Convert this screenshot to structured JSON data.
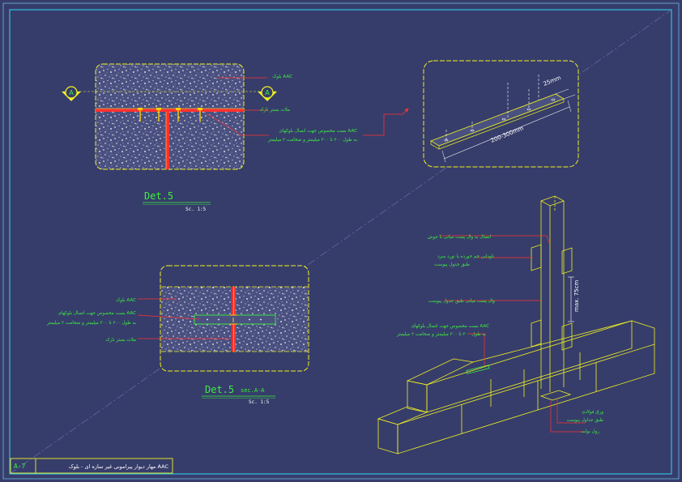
{
  "labels": {
    "d1_block": "بلوک AAC",
    "d1_mortar": "ملات بستر نازک",
    "d1_clip1": "بست مخصوص جهت اتصال بلوکهای AAC",
    "d1_clip2": "به طول ۲۰۰ تا ۳۰۰ میلیمتر و ضخامت ۲ میلیمتر",
    "d2_block": "بلوک AAC",
    "d2_clip1": "بست مخصوص جهت اتصال بلوکهای AAC",
    "d2_clip2": "به طول ۲۰۰ تا ۳۰۰ میلیمتر و ضخامت ۲ میلیمتر",
    "d2_mortar": "ملات بستر نازک",
    "iso_weld": "اتصال به وال پست میانی با جوش",
    "iso_bent1": "ناودانی خم خورده یا نورد سرد",
    "iso_bent2": "طبق جدول پیوست",
    "iso_post": "وال پست میانی طبق جدول پیوست",
    "iso_clip1": "بست مخصوص جهت اتصال بلوکهای AAC",
    "iso_clip2": "به طول ۲۰۰ تا ۳۰۰ میلیمتر و ضخامت ۲ میلیمتر",
    "iso_plate1": "ورق فولادی",
    "iso_plate2": "طبق جداول پیوست",
    "iso_bolt": "رول بولت"
  },
  "section_marker": "A",
  "dims": {
    "width": "25mm",
    "length": "200-300mm",
    "height": "max. 75cm"
  },
  "det1": {
    "title": "Det.5",
    "scale": "Sc. 1:5"
  },
  "det2": {
    "title": "Det.5",
    "section": "sec.A-A",
    "scale": "Sc. 1:5"
  },
  "title_block": {
    "code": "A-7",
    "title": "مهار دیوار پیرامونی غیر سازه ای - بلوک AAC"
  },
  "colors": {
    "background": "#363d6b",
    "frame": "#35c8e8",
    "outline": "#f0f020",
    "red": "#ff3030",
    "label": "#3cf03c"
  }
}
